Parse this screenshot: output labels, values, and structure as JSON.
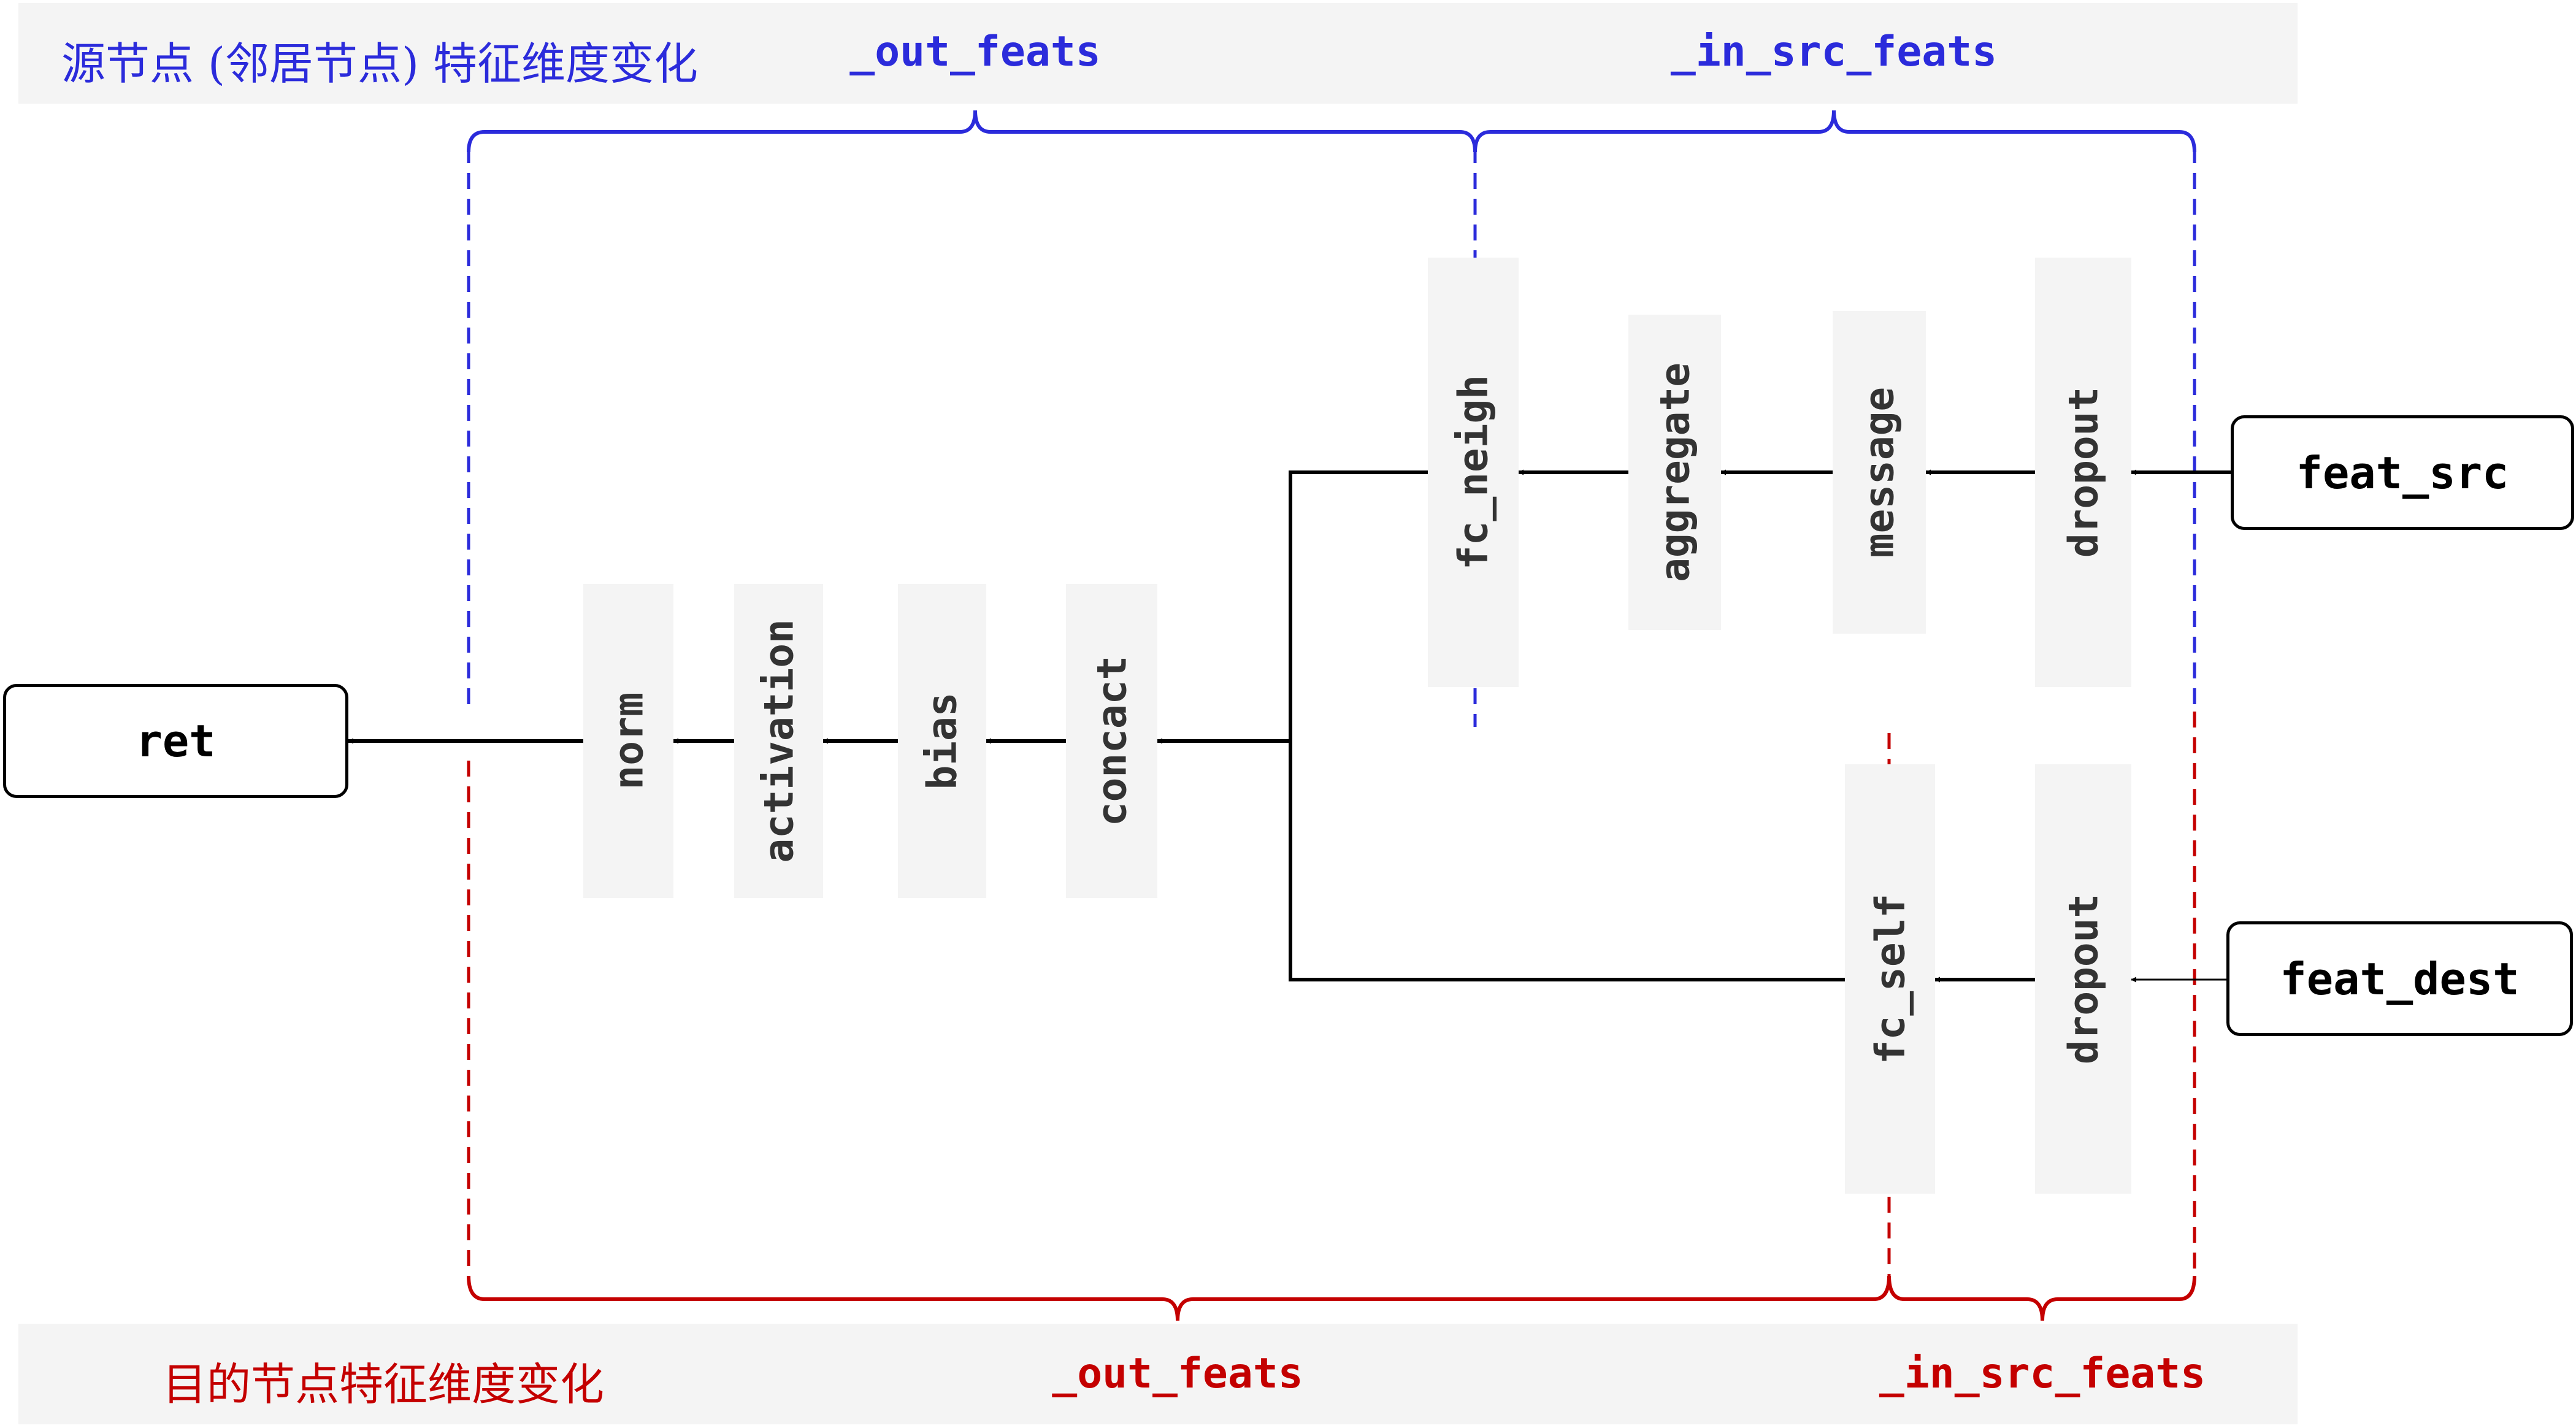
{
  "top_band": {
    "title": "源节点 (邻居节点) 特征维度变化",
    "label_out": "_out_feats",
    "label_in": "_in_src_feats"
  },
  "bottom_band": {
    "title": "目的节点特征维度变化",
    "label_out": "_out_feats",
    "label_in": "_in_src_feats"
  },
  "nodes": {
    "ret": "ret",
    "feat_src": "feat_src",
    "feat_dest": "feat_dest",
    "norm": "norm",
    "activation": "activation",
    "bias": "bias",
    "concact": "concact",
    "fc_neigh": "fc_neigh",
    "aggregate": "aggregate",
    "message": "message",
    "dropout_src": "dropout",
    "fc_self": "fc_self",
    "dropout_dest": "dropout"
  },
  "colors": {
    "source_dimension": "#2b2bdb",
    "destination_dimension": "#c40000",
    "op_box": "#f4f4f4",
    "arrow": "#000000"
  }
}
